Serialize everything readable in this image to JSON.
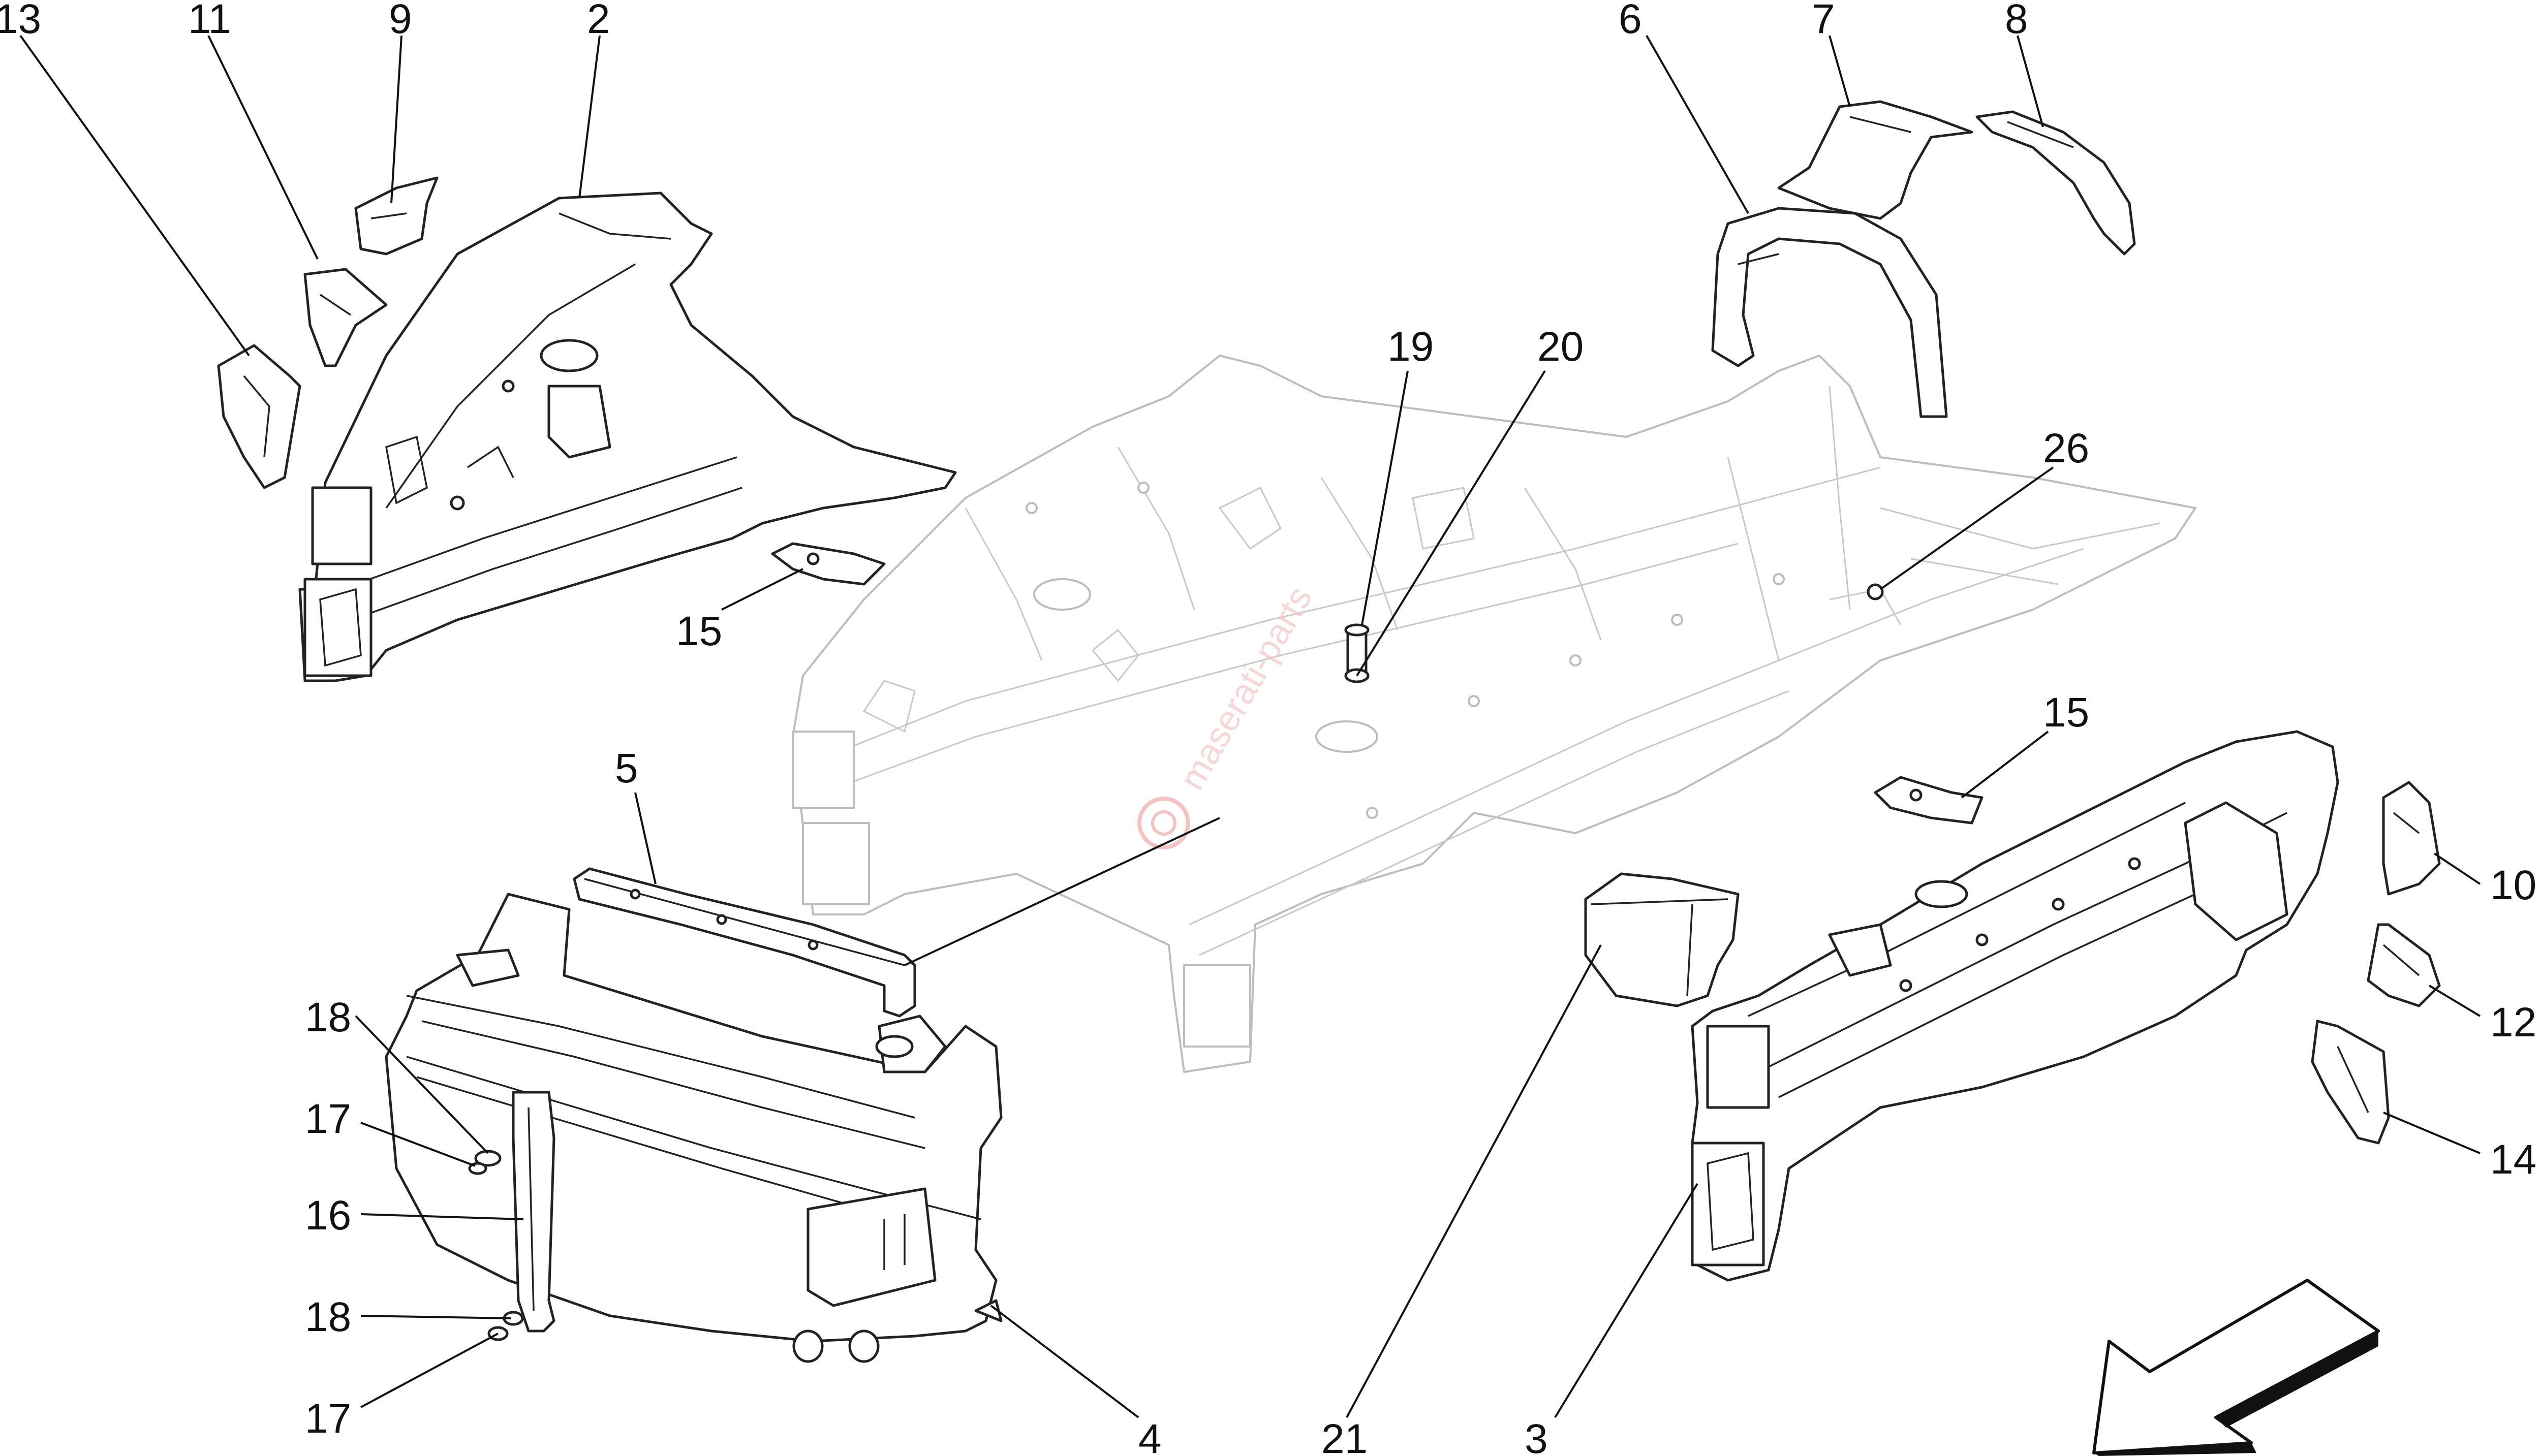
{
  "callouts": {
    "c13": "13",
    "c11": "11",
    "c9": "9",
    "c2": "2",
    "c6": "6",
    "c7": "7",
    "c8": "8",
    "c19": "19",
    "c20": "20",
    "c26": "26",
    "c15a": "15",
    "c15b": "15",
    "c5": "5",
    "c10": "10",
    "c12": "12",
    "c14": "14",
    "c18a": "18",
    "c17a": "17",
    "c16": "16",
    "c18b": "18",
    "c17b": "17",
    "c4": "4",
    "c21": "21",
    "c3": "3"
  },
  "watermark": "maserati-parts",
  "arrow_icon": "direction-arrow-icon"
}
